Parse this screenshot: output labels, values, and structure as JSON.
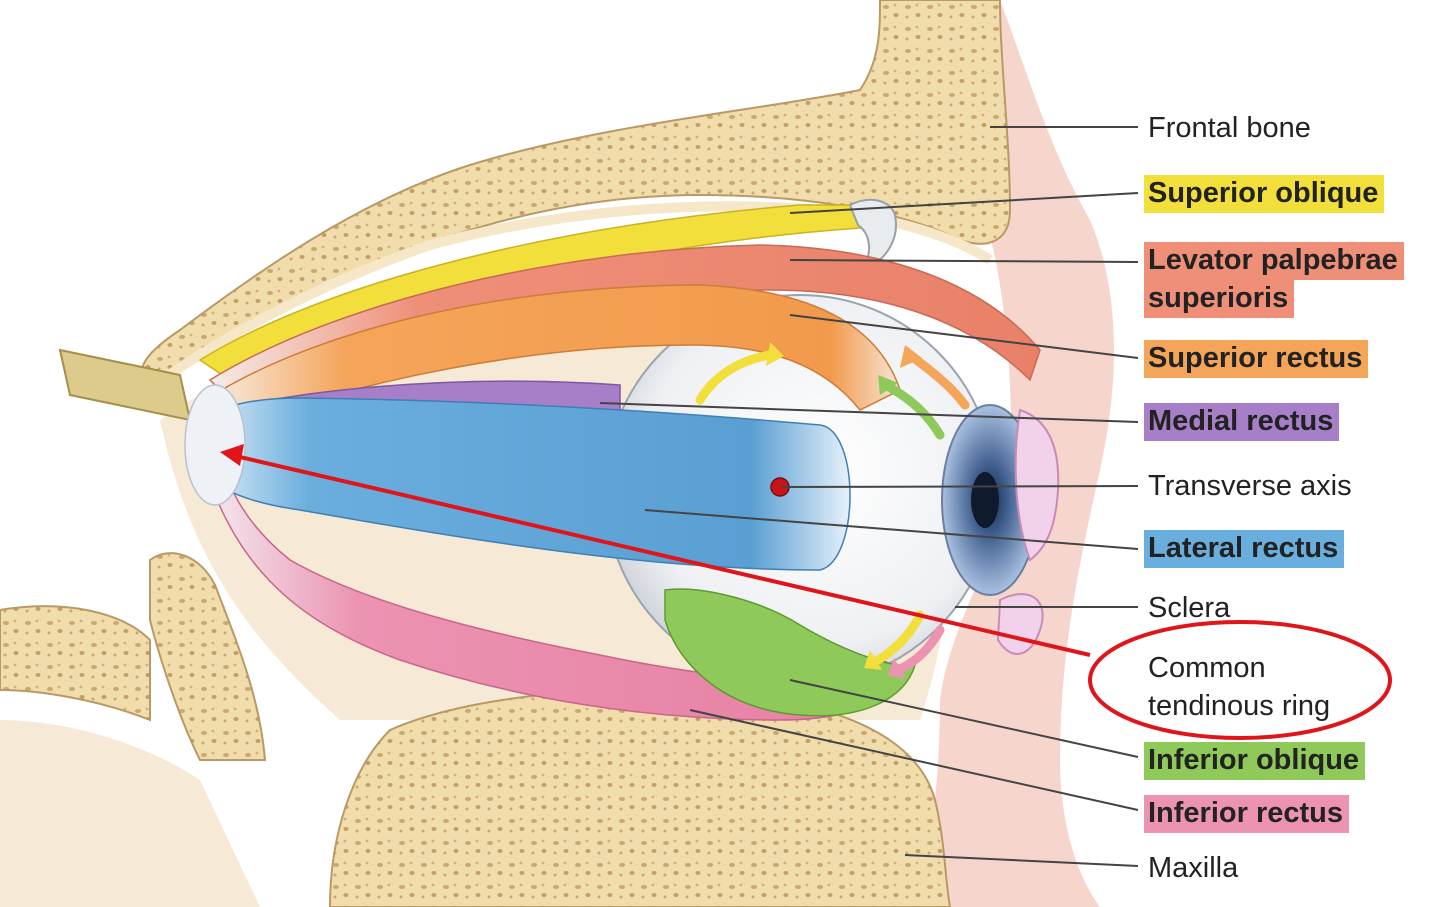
{
  "labels": {
    "frontal_bone": "Frontal bone",
    "superior_oblique": "Superior oblique",
    "levator_line1": "Levator palpebrae",
    "levator_line2": "superioris",
    "superior_rectus": "Superior rectus",
    "medial_rectus": "Medial rectus",
    "transverse_axis": "Transverse axis",
    "lateral_rectus": "Lateral rectus",
    "sclera": "Sclera",
    "common_line1": "Common",
    "common_line2": "tendinous ring",
    "inferior_oblique": "Inferior oblique",
    "inferior_rectus": "Inferior rectus",
    "maxilla": "Maxilla"
  },
  "colors": {
    "superior_oblique": "#f2df3b",
    "levator": "#ef8f78",
    "superior_rectus": "#f5a55a",
    "medial_rectus": "#a77fc8",
    "lateral_rectus": "#6aaede",
    "inferior_oblique": "#8fc95a",
    "inferior_rectus": "#ec93b2",
    "highlight_arrow": "#e0151b",
    "bone": "#efd9a8",
    "skin": "#f6d6cc"
  }
}
